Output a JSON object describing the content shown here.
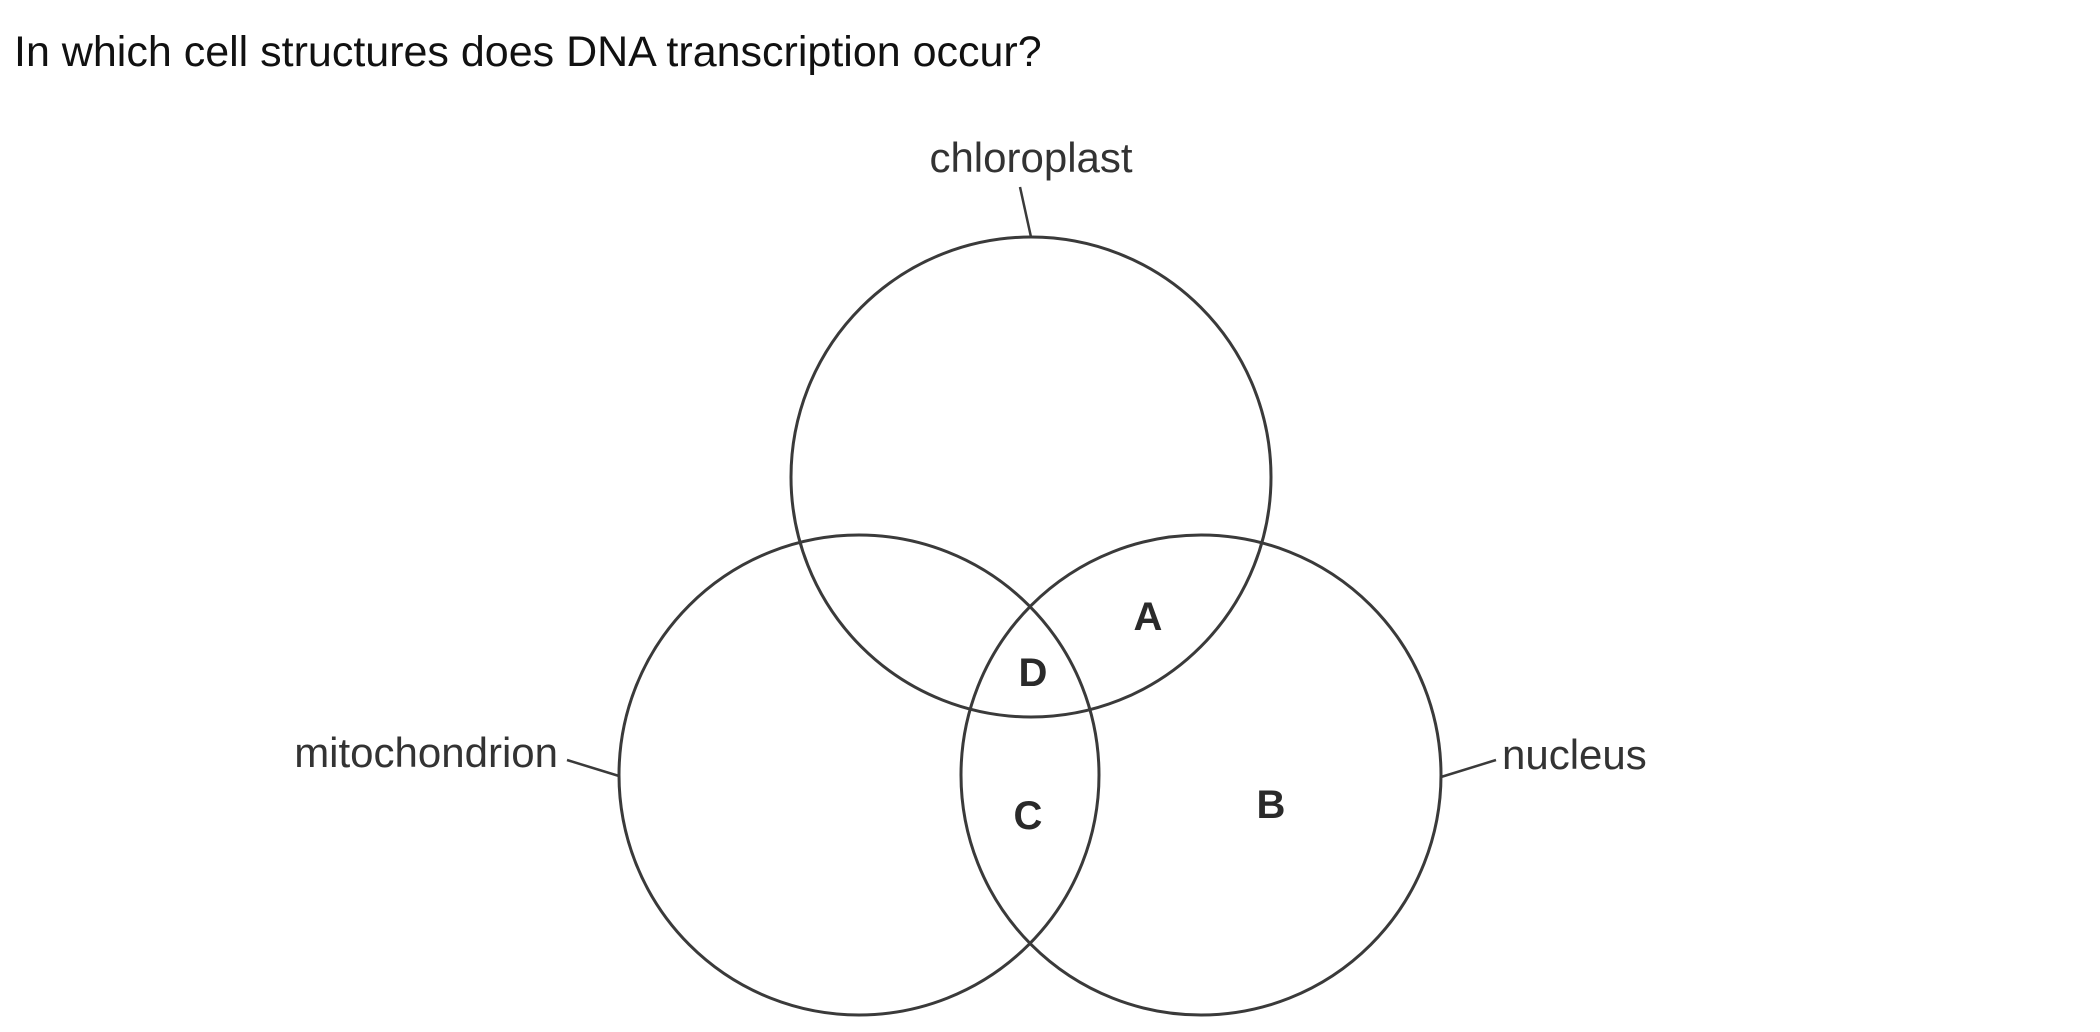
{
  "question": "In which cell structures does DNA transcription occur?",
  "diagram": {
    "sets": {
      "chloroplast": "chloroplast",
      "mitochondrion": "mitochondrion",
      "nucleus": "nucleus"
    },
    "regions": {
      "a": "A",
      "b": "B",
      "c": "C",
      "d": "D"
    }
  }
}
